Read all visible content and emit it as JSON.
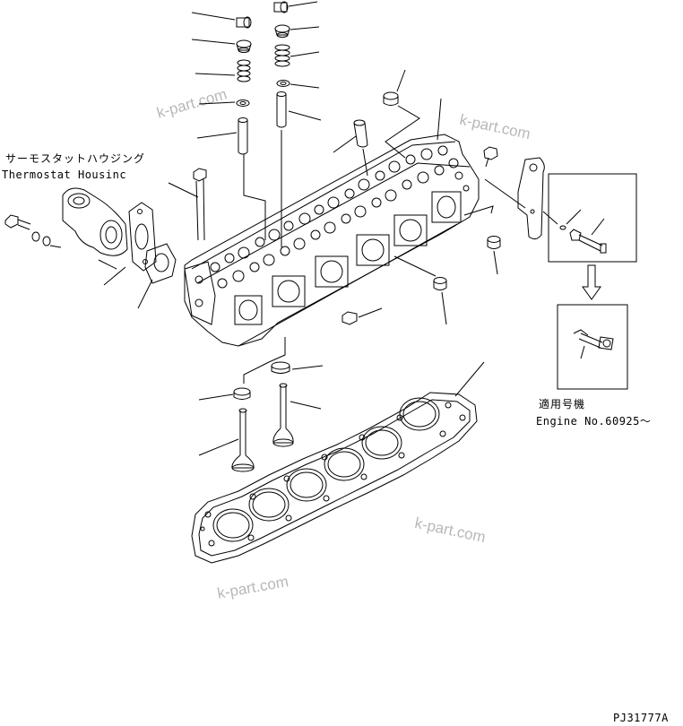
{
  "labels": {
    "thermostat_jp": "サーモスタットハウジング",
    "thermostat_en": "Thermostat Housinc",
    "applicable_jp": "適用号機",
    "engine_no": "Engine No.60925〜",
    "part_code": "PJ31777A"
  },
  "watermarks": [
    "k-part.com",
    "k-part.com",
    "k-part.com",
    "k-part.com"
  ]
}
